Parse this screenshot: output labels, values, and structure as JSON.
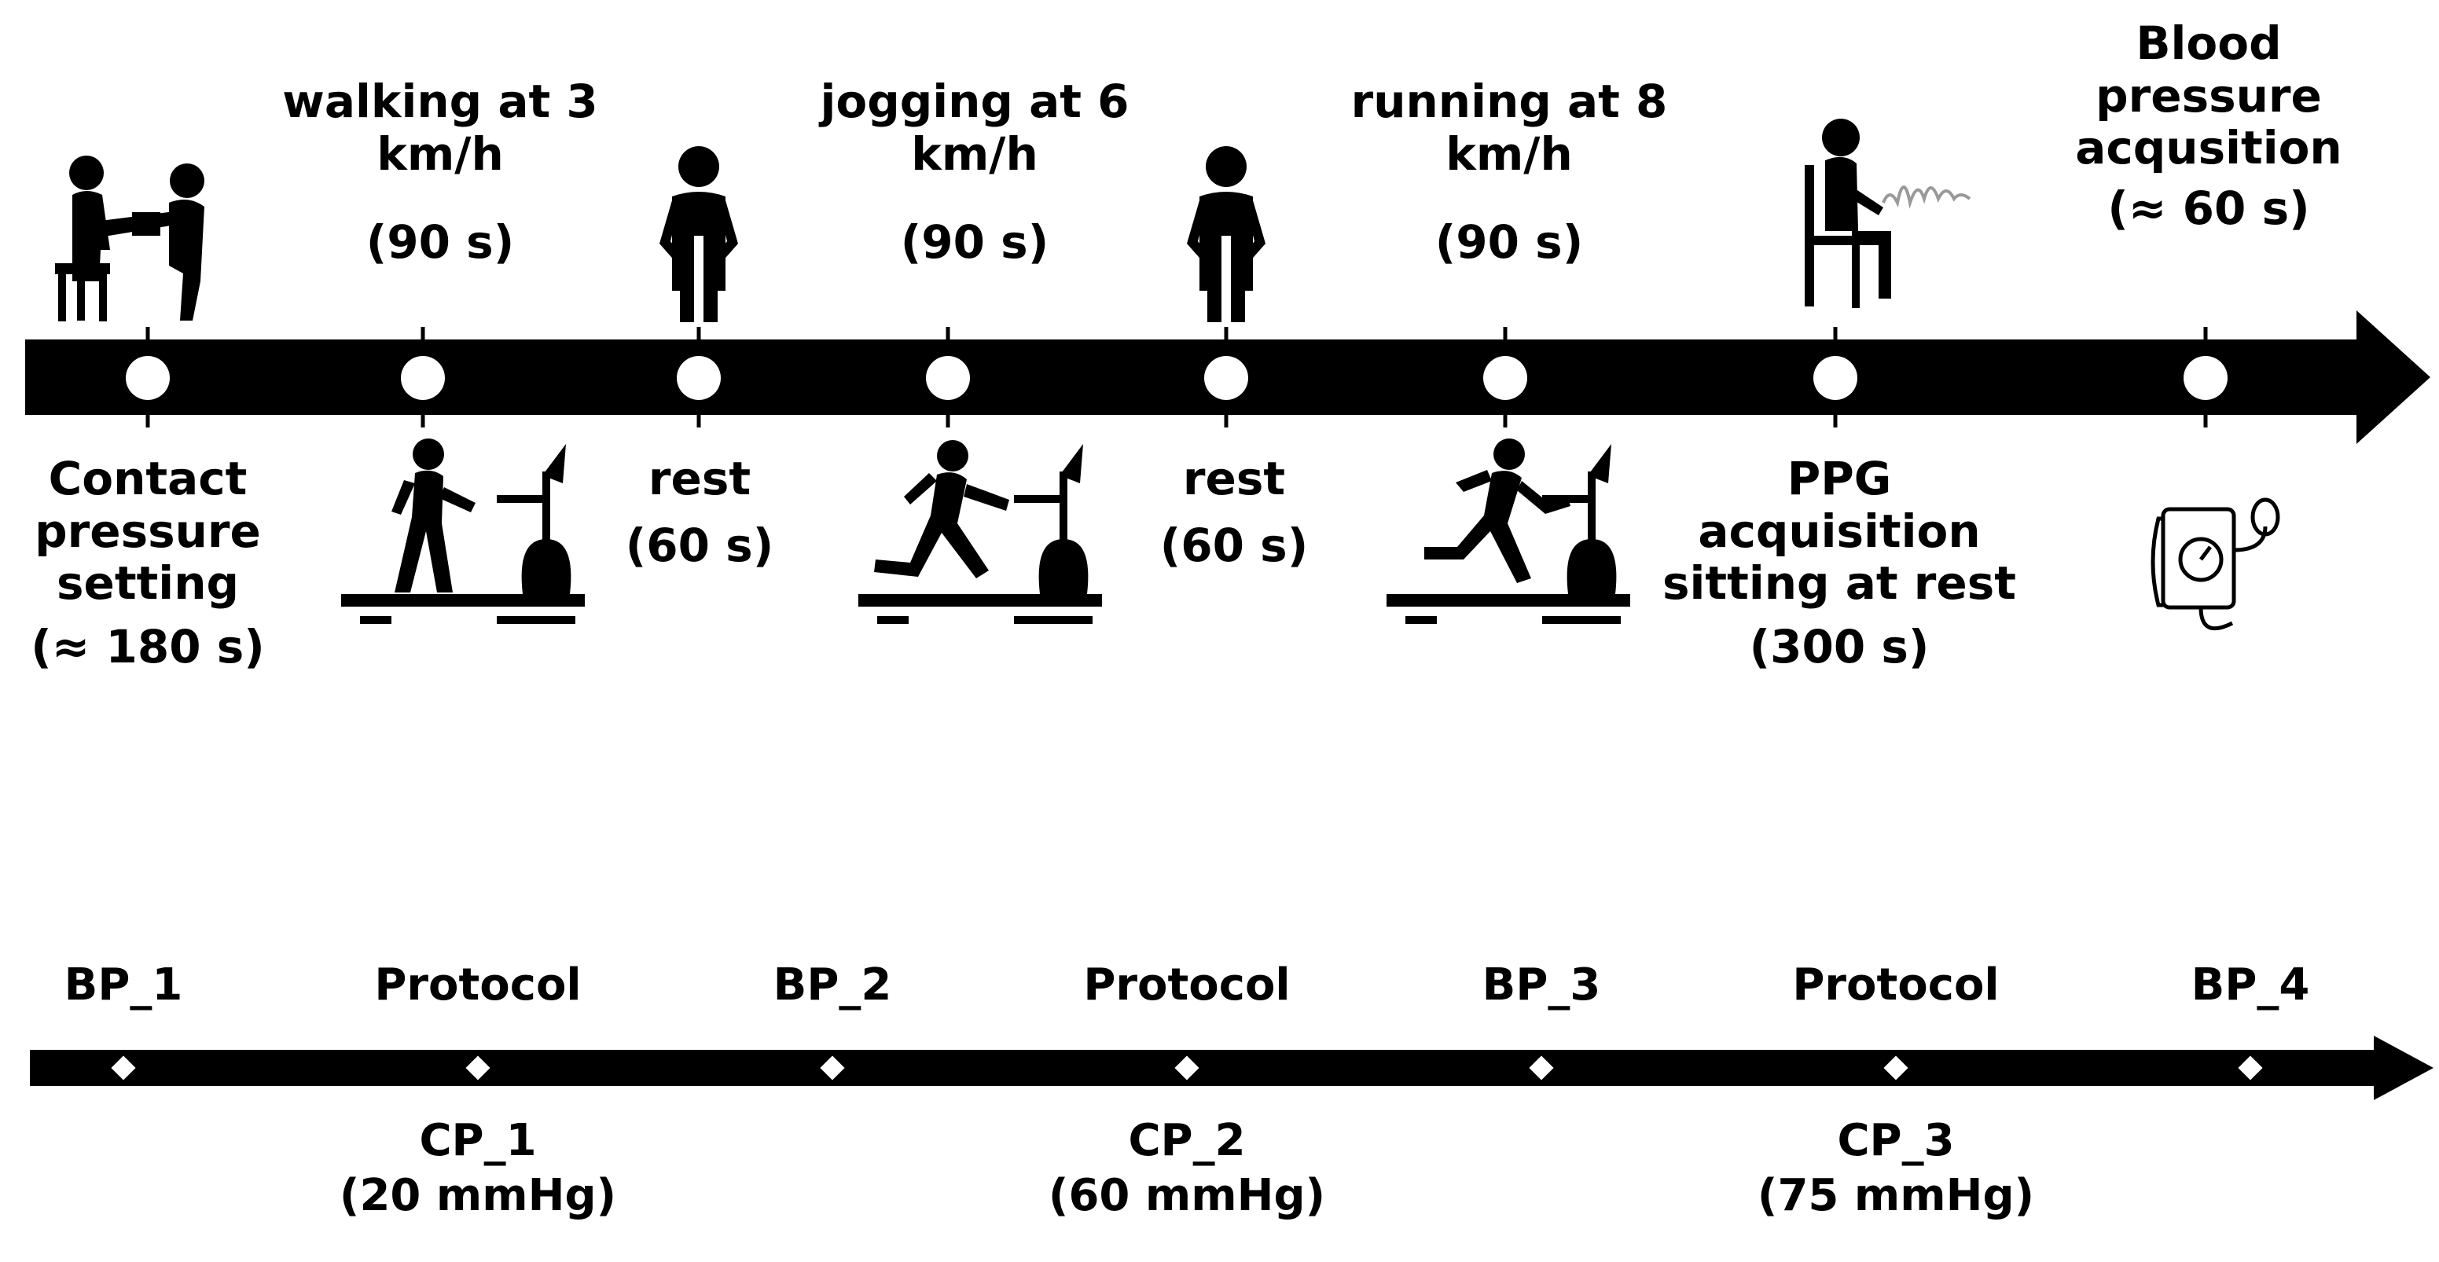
{
  "colors": {
    "ink": "#000000",
    "bg": "#ffffff",
    "gray_signal": "#999999"
  },
  "timeline_top": {
    "stages": [
      {
        "id": "contact",
        "lines": [
          "Contact",
          "pressure",
          "setting",
          "(≈ 180 s)"
        ],
        "icon": "contact-pressure-setup-icon"
      },
      {
        "id": "walking",
        "lines": [
          "walking at 3",
          "km/h",
          "(90 s)"
        ],
        "icon": "treadmill-walking-icon"
      },
      {
        "id": "rest1",
        "lines": [
          "rest",
          "(60 s)"
        ],
        "icon": "standing-person-icon"
      },
      {
        "id": "jogging",
        "lines": [
          "jogging at 6",
          "km/h",
          "(90 s)"
        ],
        "icon": "treadmill-jogging-icon"
      },
      {
        "id": "rest2",
        "lines": [
          "rest",
          "(60 s)"
        ],
        "icon": "standing-person-icon"
      },
      {
        "id": "running",
        "lines": [
          "running at 8",
          "km/h",
          "(90 s)"
        ],
        "icon": "treadmill-running-icon"
      },
      {
        "id": "ppg",
        "lines": [
          "PPG",
          "acquisition",
          "sitting at rest",
          "(300 s)"
        ],
        "icon": "seated-person-ppg-icon"
      },
      {
        "id": "bp",
        "lines": [
          "Blood",
          "pressure",
          "acqusition",
          "(≈ 60 s)"
        ],
        "icon": "blood-pressure-monitor-icon"
      }
    ]
  },
  "timeline_bottom": {
    "upper_labels": [
      "BP_1",
      "Protocol",
      "BP_2",
      "Protocol",
      "BP_3",
      "Protocol",
      "BP_4"
    ],
    "lower_labels": [
      {
        "lines": [
          "CP_1",
          "(20 mmHg)"
        ]
      },
      {
        "lines": [
          "CP_2",
          "(60 mmHg)"
        ]
      },
      {
        "lines": [
          "CP_3",
          "(75 mmHg)"
        ]
      }
    ]
  }
}
